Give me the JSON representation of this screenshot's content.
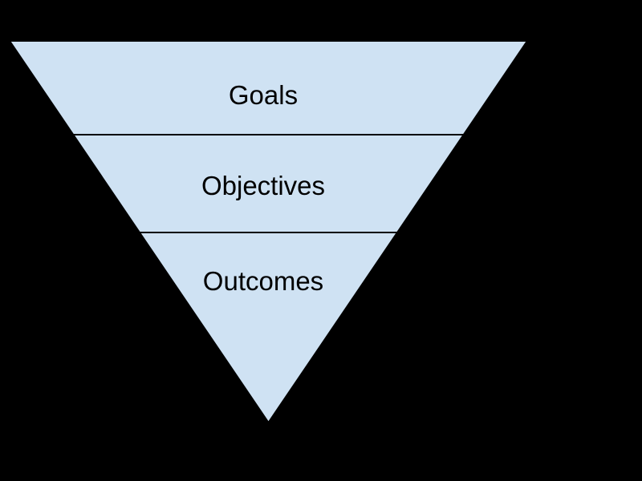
{
  "canvas": {
    "background_color": "#000000"
  },
  "diagram": {
    "type": "inverted-pyramid-funnel",
    "fill_color": "#cfe2f3",
    "stroke_color": "#000000",
    "text_color": "#000000",
    "levels": [
      {
        "label": "Goals"
      },
      {
        "label": "Objectives"
      },
      {
        "label": "Outcomes"
      }
    ]
  }
}
